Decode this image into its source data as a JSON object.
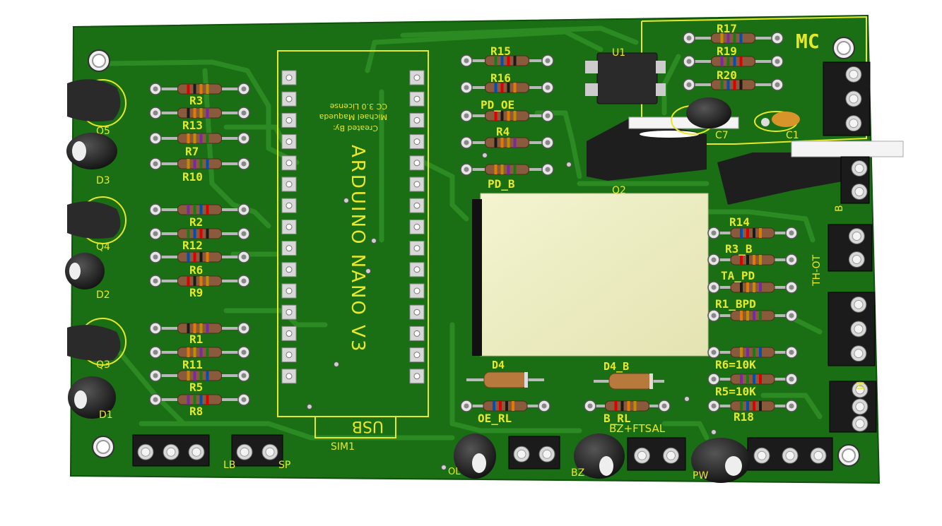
{
  "board": {
    "colors": {
      "mask": "#1a6e14",
      "maskDark": "#0f520c",
      "trace": "#2c8a22",
      "silk": "#e8e82a",
      "pad": "#c8c8c8",
      "body": "#222222",
      "resistor": "#8a5a3c",
      "relay": "#efefc0"
    }
  },
  "labels": {
    "mc": "MC",
    "arduino_title": "ARDUINO NANO V3",
    "created_by": "Created By:",
    "author": "Michael Maqueda",
    "license": "CC 3.0 License",
    "usb": "USB",
    "sim1": "SIM1",
    "u1": "U1",
    "q2": "Q2",
    "q3": "Q3",
    "q4": "Q4",
    "q5": "Q5",
    "d1": "D1",
    "d2": "D2",
    "d3": "D3",
    "d4": "D4",
    "d4b": "D4_B",
    "c1": "C1",
    "c7": "C7",
    "th_ot": "TH-OT",
    "bz_ftsal": "BZ+FTSAL",
    "bz": "BZ",
    "pw": "PW",
    "ol": "OL",
    "lb": "LB",
    "sp": "SP",
    "b": "B",
    "mx": "M"
  },
  "resistors": [
    "R3",
    "R13",
    "R7",
    "R10",
    "R2",
    "R12",
    "R6",
    "R9",
    "R1",
    "R11",
    "R5",
    "R8",
    "R15",
    "R16",
    "PD_OE",
    "R4",
    "PD_B",
    "R17",
    "R19",
    "R20",
    "R14",
    "R3_B",
    "TA_PD",
    "R1_BPD",
    "R6=10K",
    "R5=10K",
    "R18",
    "OE_RL",
    "B_RL"
  ]
}
